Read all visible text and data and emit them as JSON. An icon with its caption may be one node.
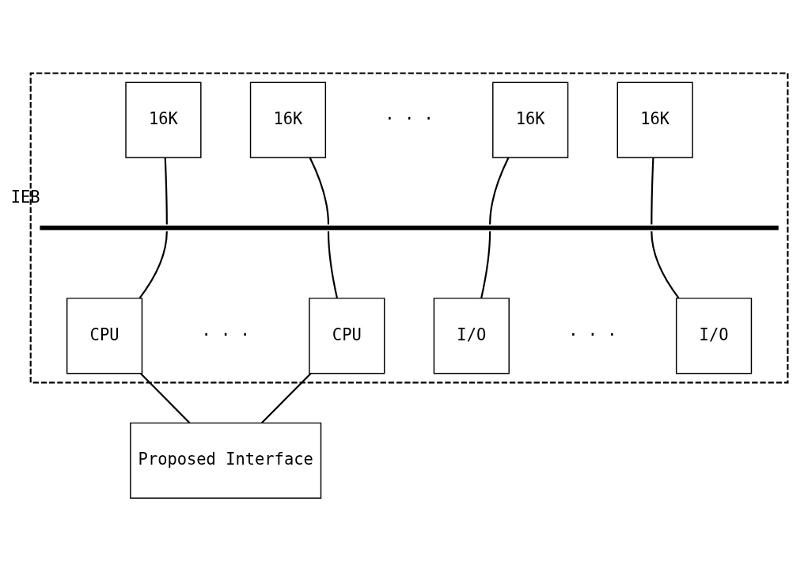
{
  "diagram": {
    "nodes": [
      {
        "text": [],
        "shape": "box"
      },
      {
        "text": [
          "16K"
        ],
        "in": 0
      },
      {
        "text": [
          "16K"
        ],
        "in": 0
      },
      {
        "text": [
          "16K"
        ],
        "in": 0
      },
      {
        "text": [
          "16K"
        ],
        "in": 0
      },
      {
        "text": [],
        "shape": "bar",
        "beside": [
          "IEB"
        ],
        "in": 0
      },
      {
        "text": [
          "CPU"
        ],
        "in": 0
      },
      {
        "text": [
          "CPU"
        ],
        "in": 0
      },
      {
        "text": [
          "I/O"
        ],
        "in": 0
      },
      {
        "text": [
          "I/O"
        ],
        "in": 0
      },
      {
        "text": [
          "Proposed Interface"
        ]
      }
    ],
    "edges": [
      {
        "from": 1,
        "to": 5,
        "arrow": "none"
      },
      {
        "from": 2,
        "to": 5,
        "arrow": "none"
      },
      {
        "from": 3,
        "to": 5,
        "arrow": "none"
      },
      {
        "from": 4,
        "to": 5,
        "arrow": "none"
      },
      {
        "from": 5,
        "to": 6,
        "arrow": "none"
      },
      {
        "from": 5,
        "to": 7,
        "arrow": "none"
      },
      {
        "from": 5,
        "to": 8,
        "arrow": "none"
      },
      {
        "from": 5,
        "to": 9,
        "arrow": "none"
      },
      {
        "from": 6,
        "to": 10,
        "arrow": "none"
      },
      {
        "from": 7,
        "to": 10,
        "arrow": "none"
      }
    ],
    "labels": [
      "· · ·",
      "· · ·",
      "· · ·"
    ]
  }
}
